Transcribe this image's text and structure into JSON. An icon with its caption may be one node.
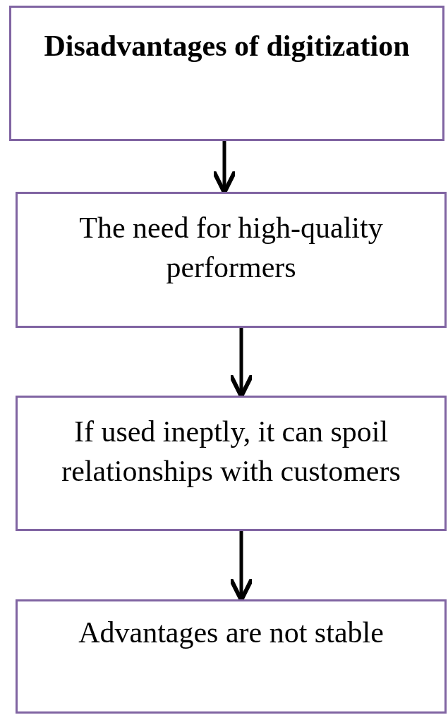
{
  "diagram": {
    "nodes": [
      {
        "text": [
          "Disadvantages of digitization"
        ]
      },
      {
        "text": [
          "The need for high-quality performers"
        ]
      },
      {
        "text": [
          "If used ineptly, it can spoil relationships with customers"
        ]
      },
      {
        "text": [
          "Advantages are not stable"
        ]
      }
    ],
    "edges": [
      {
        "from": 0,
        "to": 1,
        "arrow": "to"
      },
      {
        "from": 1,
        "to": 2,
        "arrow": "to"
      },
      {
        "from": 2,
        "to": 3,
        "arrow": "to"
      }
    ]
  }
}
